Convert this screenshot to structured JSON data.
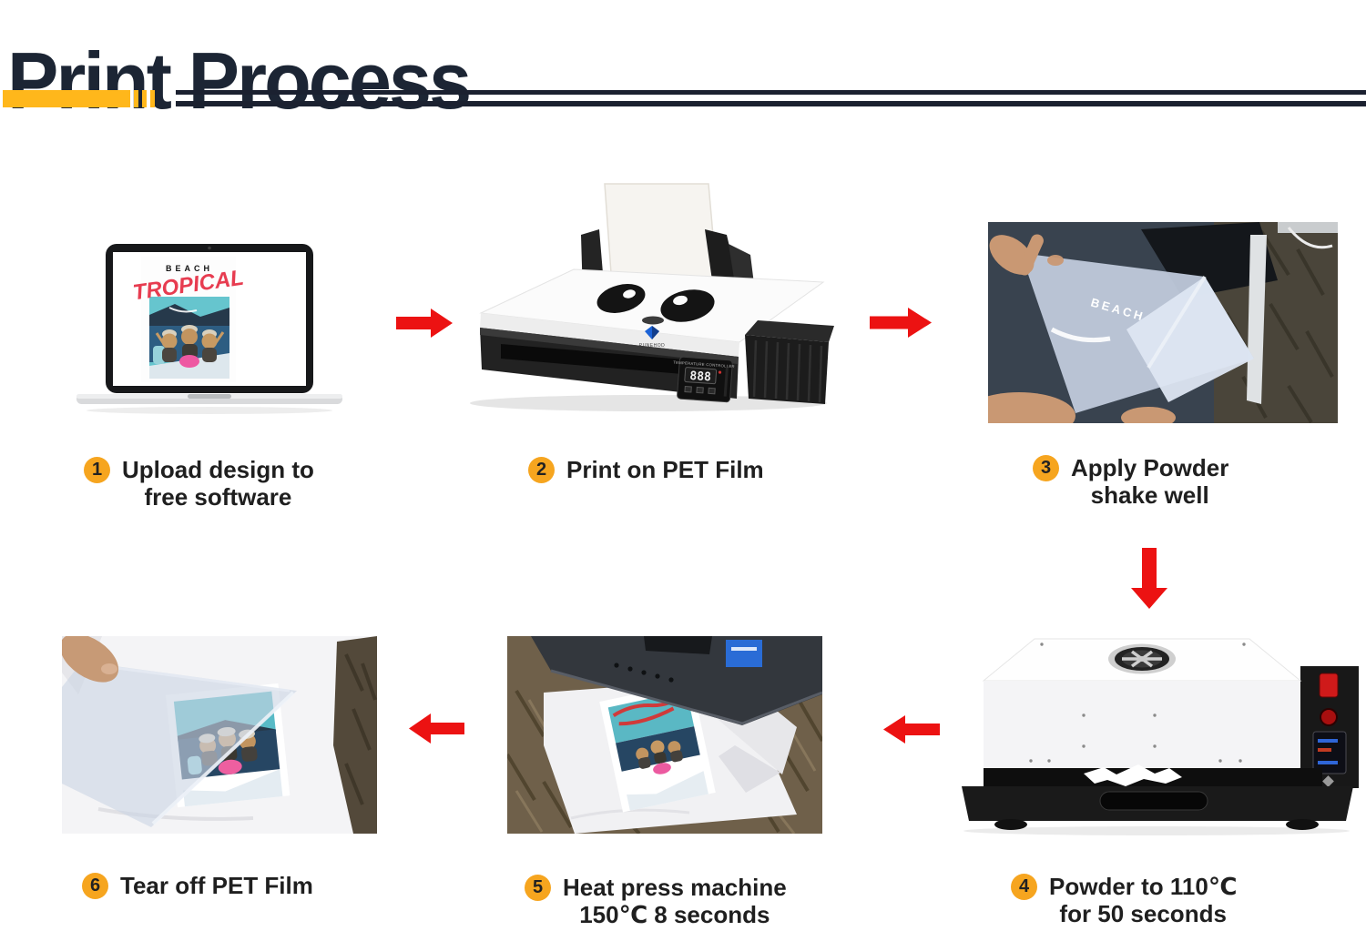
{
  "title": "Print Process",
  "colors": {
    "title_navy": "#1C2534",
    "divider_navy": "#1B2130",
    "accent_yellow": "#FFB71B",
    "badge_yellow": "#F6A51F",
    "arrow_red": "#EC1212",
    "caption_text": "#1F1F1F"
  },
  "steps": [
    {
      "number": "1",
      "line1": "Upload design to",
      "line2": "free software",
      "illustration": "laptop-with-design"
    },
    {
      "number": "2",
      "line1": "Print on PET Film",
      "line2": "",
      "illustration": "dtf-printer"
    },
    {
      "number": "3",
      "line1": "Apply Powder",
      "line2": "shake well",
      "illustration": "holding-pet-film-photo"
    },
    {
      "number": "4",
      "line1": "Powder to 110℃",
      "line2": "for 50 seconds",
      "illustration": "powder-curing-oven"
    },
    {
      "number": "5",
      "line1": "Heat press machine",
      "line2": "150℃ 8 seconds",
      "illustration": "heat-press-photo"
    },
    {
      "number": "6",
      "line1": "Tear off PET Film",
      "line2": "",
      "illustration": "tear-off-film-photo"
    }
  ],
  "artwork": {
    "beach_caption": "BEACH",
    "tropical_title": "TROPICAL"
  },
  "film_text": "BEACH",
  "printer": {
    "display_value": "888",
    "panel_label": "TEMPERATURE CONTROLLER",
    "brand": "PUNEHOD"
  },
  "arrows": [
    {
      "id": "arrow-1",
      "direction": "right"
    },
    {
      "id": "arrow-2",
      "direction": "right"
    },
    {
      "id": "arrow-3",
      "direction": "down"
    },
    {
      "id": "arrow-4",
      "direction": "left"
    },
    {
      "id": "arrow-5",
      "direction": "left"
    }
  ]
}
